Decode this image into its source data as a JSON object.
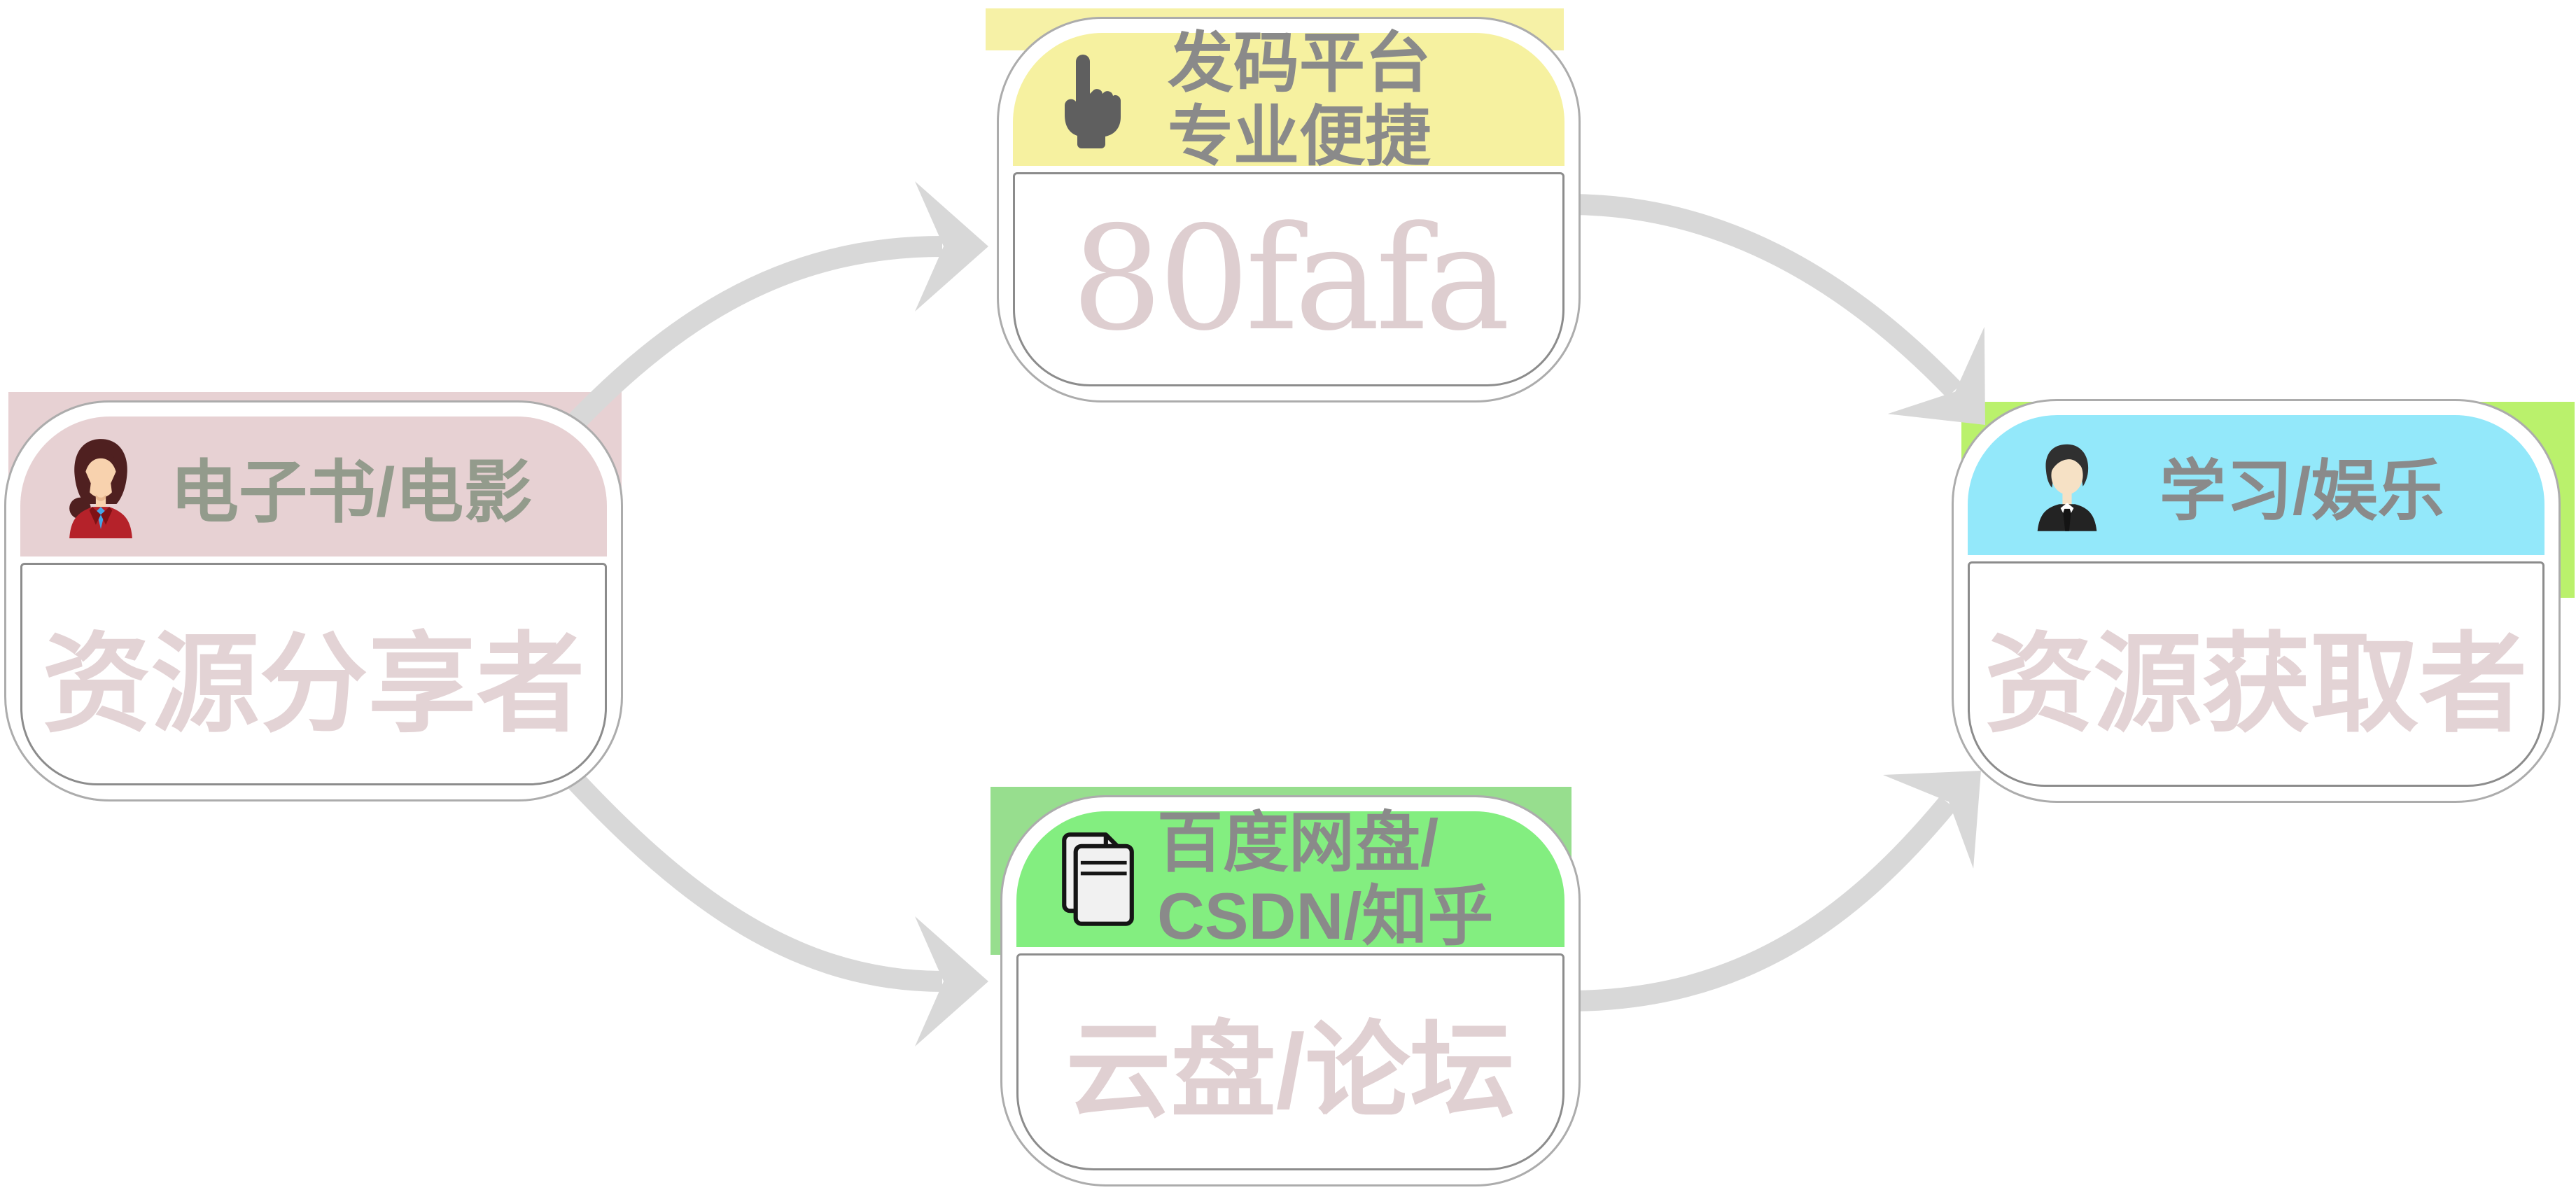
{
  "diagram": {
    "background_color": "#FFFFFF",
    "arrow_color": "#D8D8D8",
    "nodes": [
      {
        "id": "resource-sharer",
        "header_line1": "电子书/电影",
        "header_line2": "",
        "body_label": "资源分享者",
        "icon": "woman-avatar-icon",
        "colors": {
          "header_bg": "#E7D1D3",
          "backdrop_bg": "#E7D1D3",
          "header_text": "#939B8C",
          "body_text": "#E3D3D5"
        }
      },
      {
        "id": "code-platform-80fafa",
        "header_line1": "发码平台",
        "header_line2": "专业便捷",
        "body_label": "80fafa",
        "icon": "pointing-hand-icon",
        "colors": {
          "header_bg": "#F6F1A0",
          "backdrop_bg": "#F6F1A6",
          "header_text": "#8A8A8A",
          "body_text": "#DECED0"
        }
      },
      {
        "id": "cloud-forum",
        "header_line1": "百度网盘/",
        "header_line2": "CSDN/知乎",
        "body_label": "云盘/论坛",
        "icon": "documents-icon",
        "colors": {
          "header_bg": "#83EE80",
          "backdrop_bg": "#97DE8E",
          "header_text": "#8A8A8A",
          "body_text": "#E0D0D2"
        }
      },
      {
        "id": "resource-getter",
        "header_line1": "学习/娱乐",
        "header_line2": "",
        "body_label": "资源获取者",
        "icon": "man-avatar-icon",
        "colors": {
          "header_bg": "#93E8FA",
          "backdrop_bg": "#BAF16C",
          "header_text": "#8A8A8A",
          "body_text": "#E3D3D5"
        }
      }
    ]
  }
}
